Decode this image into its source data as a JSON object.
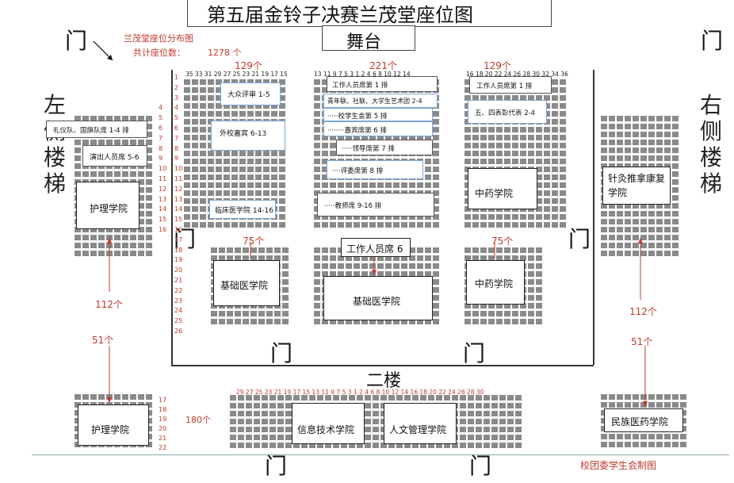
{
  "title": "第五届金铃子决赛兰茂堂座位图",
  "stage": "舞台",
  "legend": {
    "line1": "兰茂堂座位分布图",
    "line2": "共计座位数：",
    "total": "1278 个"
  },
  "door": "门",
  "left_stairs": "左侧楼梯",
  "right_stairs": "右侧楼梯",
  "second_floor": "二楼",
  "footer": "校团委学生会制图",
  "counts": {
    "left_top": "129个",
    "center_top": "221个",
    "right_top": "129个",
    "left_mid": "75个",
    "right_mid": "75个",
    "left_side_112": "112个",
    "right_side_112": "112个",
    "left_side_51": "51个",
    "right_side_51": "51个",
    "upper_180": "180个"
  },
  "top_numbers": {
    "left": "35 33 31 29 27 25 23 21 19 17 15",
    "center": "13 11 9 7 5 3 1 2 4 6 8 10 12 14",
    "right": "16 18 20 22 24 26 28 30 32 34 36"
  },
  "upper_numbers": "29 27 25 23 21 19 17 15 13 11 9 7 5 3 1 2 4 6 8 10 12 14 16 18 20 22 24 26 28 30",
  "row_numbers": [
    "1",
    "2",
    "3",
    "4",
    "5",
    "6",
    "7",
    "8",
    "9",
    "10",
    "11",
    "12",
    "13",
    "14",
    "15",
    "16",
    "17",
    "18",
    "19",
    "20",
    "21",
    "22",
    "23",
    "24",
    "25",
    "26"
  ],
  "upper_rows": [
    "17",
    "18",
    "19",
    "20",
    "21",
    "22"
  ],
  "labels": {
    "mass_judges": "大众评审 1-5",
    "outside_guests": "外校嘉宾 6-13",
    "clinical": "临床医学院 14-16",
    "staff_row1": "工作人员席第 1 排",
    "youth_league": "青年联、社联、大学生艺术团 2-4",
    "union_row5": "·····校学生会第 5 排",
    "guest_row6": "········嘉宾席第 6 排",
    "leaders_row7": "·····领导席第 7 排",
    "judges_row8": "····评委席第 8 排",
    "teachers": "·····教师席 9-16 排",
    "staff_right": "工作人员席第 1 排",
    "five_four": "五、四表彰代表 2-4",
    "etiquette": "礼仪队、国旗队席 1-4 排",
    "performers": "演出人员席 5-6",
    "nursing": "护理学院",
    "tcm": "中药学院",
    "acupuncture": "针灸推拿康复学院",
    "basic_left": "基础医学院",
    "staff_6": "工作人员席 6",
    "basic_center": "基础医学院",
    "tcm_mid": "中药学院",
    "nursing_upper": "护理学院",
    "info_tech": "信息技术学院",
    "humanities": "人文管理学院",
    "ethnic": "民族医药学院"
  }
}
